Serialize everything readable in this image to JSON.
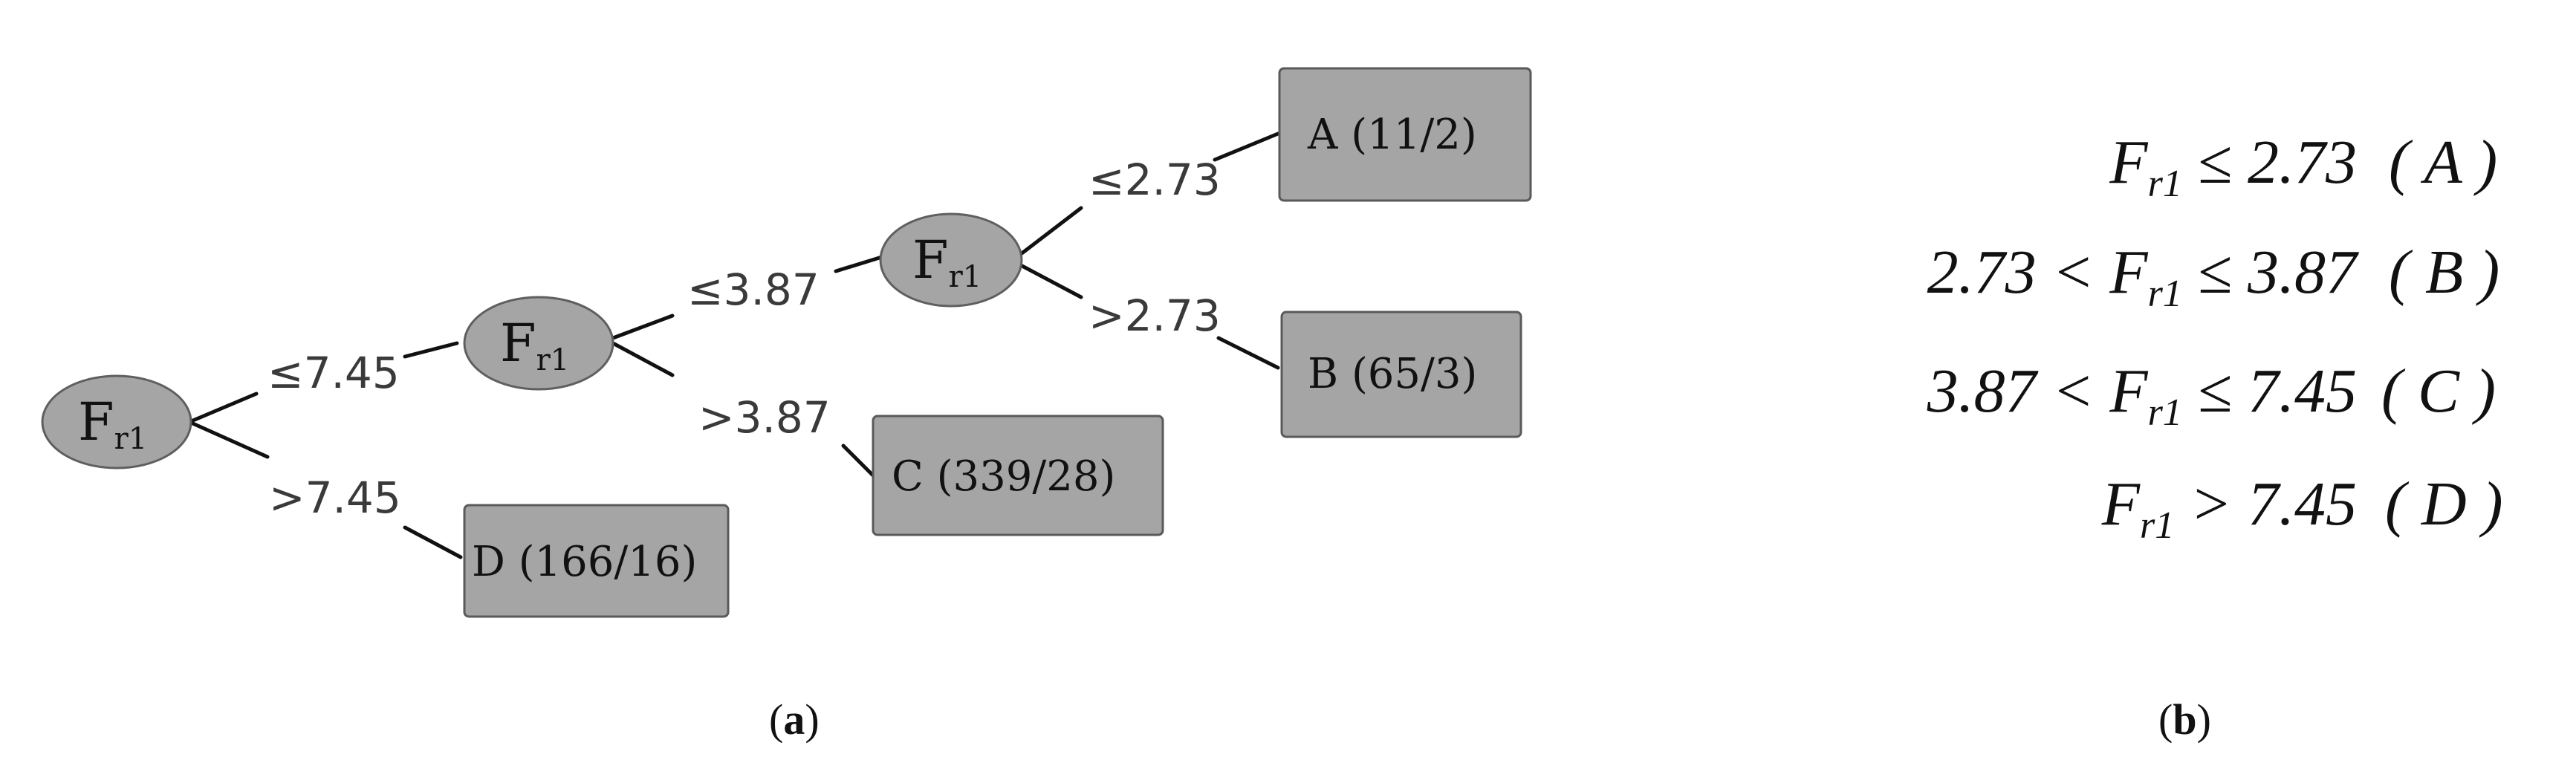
{
  "tree": {
    "node_main": "F",
    "node_sub": "r1",
    "edges": {
      "root_le": "≤7.45",
      "root_gt": ">7.45",
      "mid_le": "≤3.87",
      "mid_gt": ">3.87",
      "top_le": "≤2.73",
      "top_gt": ">2.73"
    },
    "leaves": {
      "A": "A (11/2)",
      "B": "B (65/3)",
      "C": "C (339/28)",
      "D": "D (166/16)"
    }
  },
  "captions": {
    "a_open": "(",
    "a_letter": "a",
    "a_close": ")",
    "b_open": "(",
    "b_letter": "b",
    "b_close": ")"
  },
  "rules": [
    {
      "lhs": "",
      "var": "F",
      "sub": "r1",
      "rhs": " ≤ 2.73",
      "cls": "( A )"
    },
    {
      "lhs": "2.73 < ",
      "var": "F",
      "sub": "r1",
      "rhs": " ≤ 3.87",
      "cls": "( B )"
    },
    {
      "lhs": "3.87 < ",
      "var": "F",
      "sub": "r1",
      "rhs": " ≤ 7.45",
      "cls": "( C )"
    },
    {
      "lhs": "",
      "var": "F",
      "sub": "r1",
      "rhs": " > 7.45",
      "cls": "( D )"
    }
  ],
  "colors": {
    "node_fill": "#a5a5a5",
    "edge": "#111111"
  }
}
